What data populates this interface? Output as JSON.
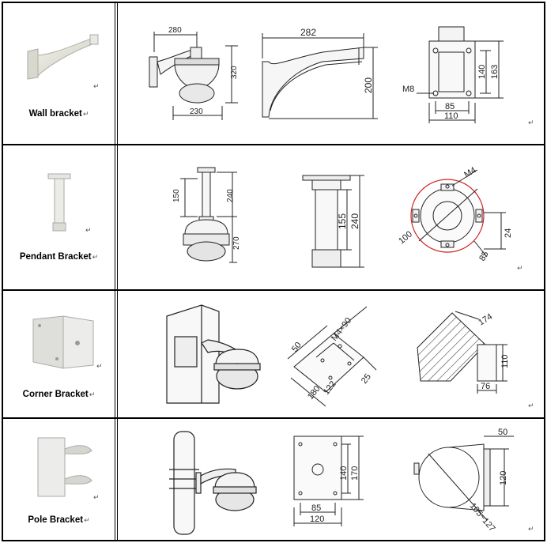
{
  "rows": [
    {
      "label": "Wall bracket",
      "dims": {
        "top_width": "280",
        "height": "320",
        "bottom_width": "230",
        "side_length": "282",
        "side_height": "200",
        "plate_bolt": "M8",
        "plate_h1": "140",
        "plate_h2": "163",
        "plate_w1": "85",
        "plate_w2": "110"
      }
    },
    {
      "label": "Pendant Bracket",
      "dims": {
        "pipe_len": "150",
        "upper_h": "240",
        "lower_h": "270",
        "tube_h1": "155",
        "tube_h2": "240",
        "flange_bolt": "M4",
        "flange_dia": "100",
        "flange_gap": "24",
        "flange_pcd": "85"
      }
    },
    {
      "label": "Corner Bracket",
      "dims": {
        "corner_bolt": "M4×90",
        "d50": "50",
        "d122": "122",
        "d180": "180",
        "d25": "25",
        "top_d174": "174",
        "top_d110": "110",
        "top_d76": "76"
      }
    },
    {
      "label": "Pole Bracket",
      "dims": {
        "plate_h1": "140",
        "plate_h2": "170",
        "plate_w1": "85",
        "plate_w2": "120",
        "clamp_depth": "50",
        "clamp_h": "120",
        "pole_range": "105~127"
      }
    }
  ],
  "return_mark": "↵",
  "colors": {
    "line": "#222222",
    "dim": "#333333",
    "accent_red": "#d42020",
    "hatch": "#444444"
  }
}
